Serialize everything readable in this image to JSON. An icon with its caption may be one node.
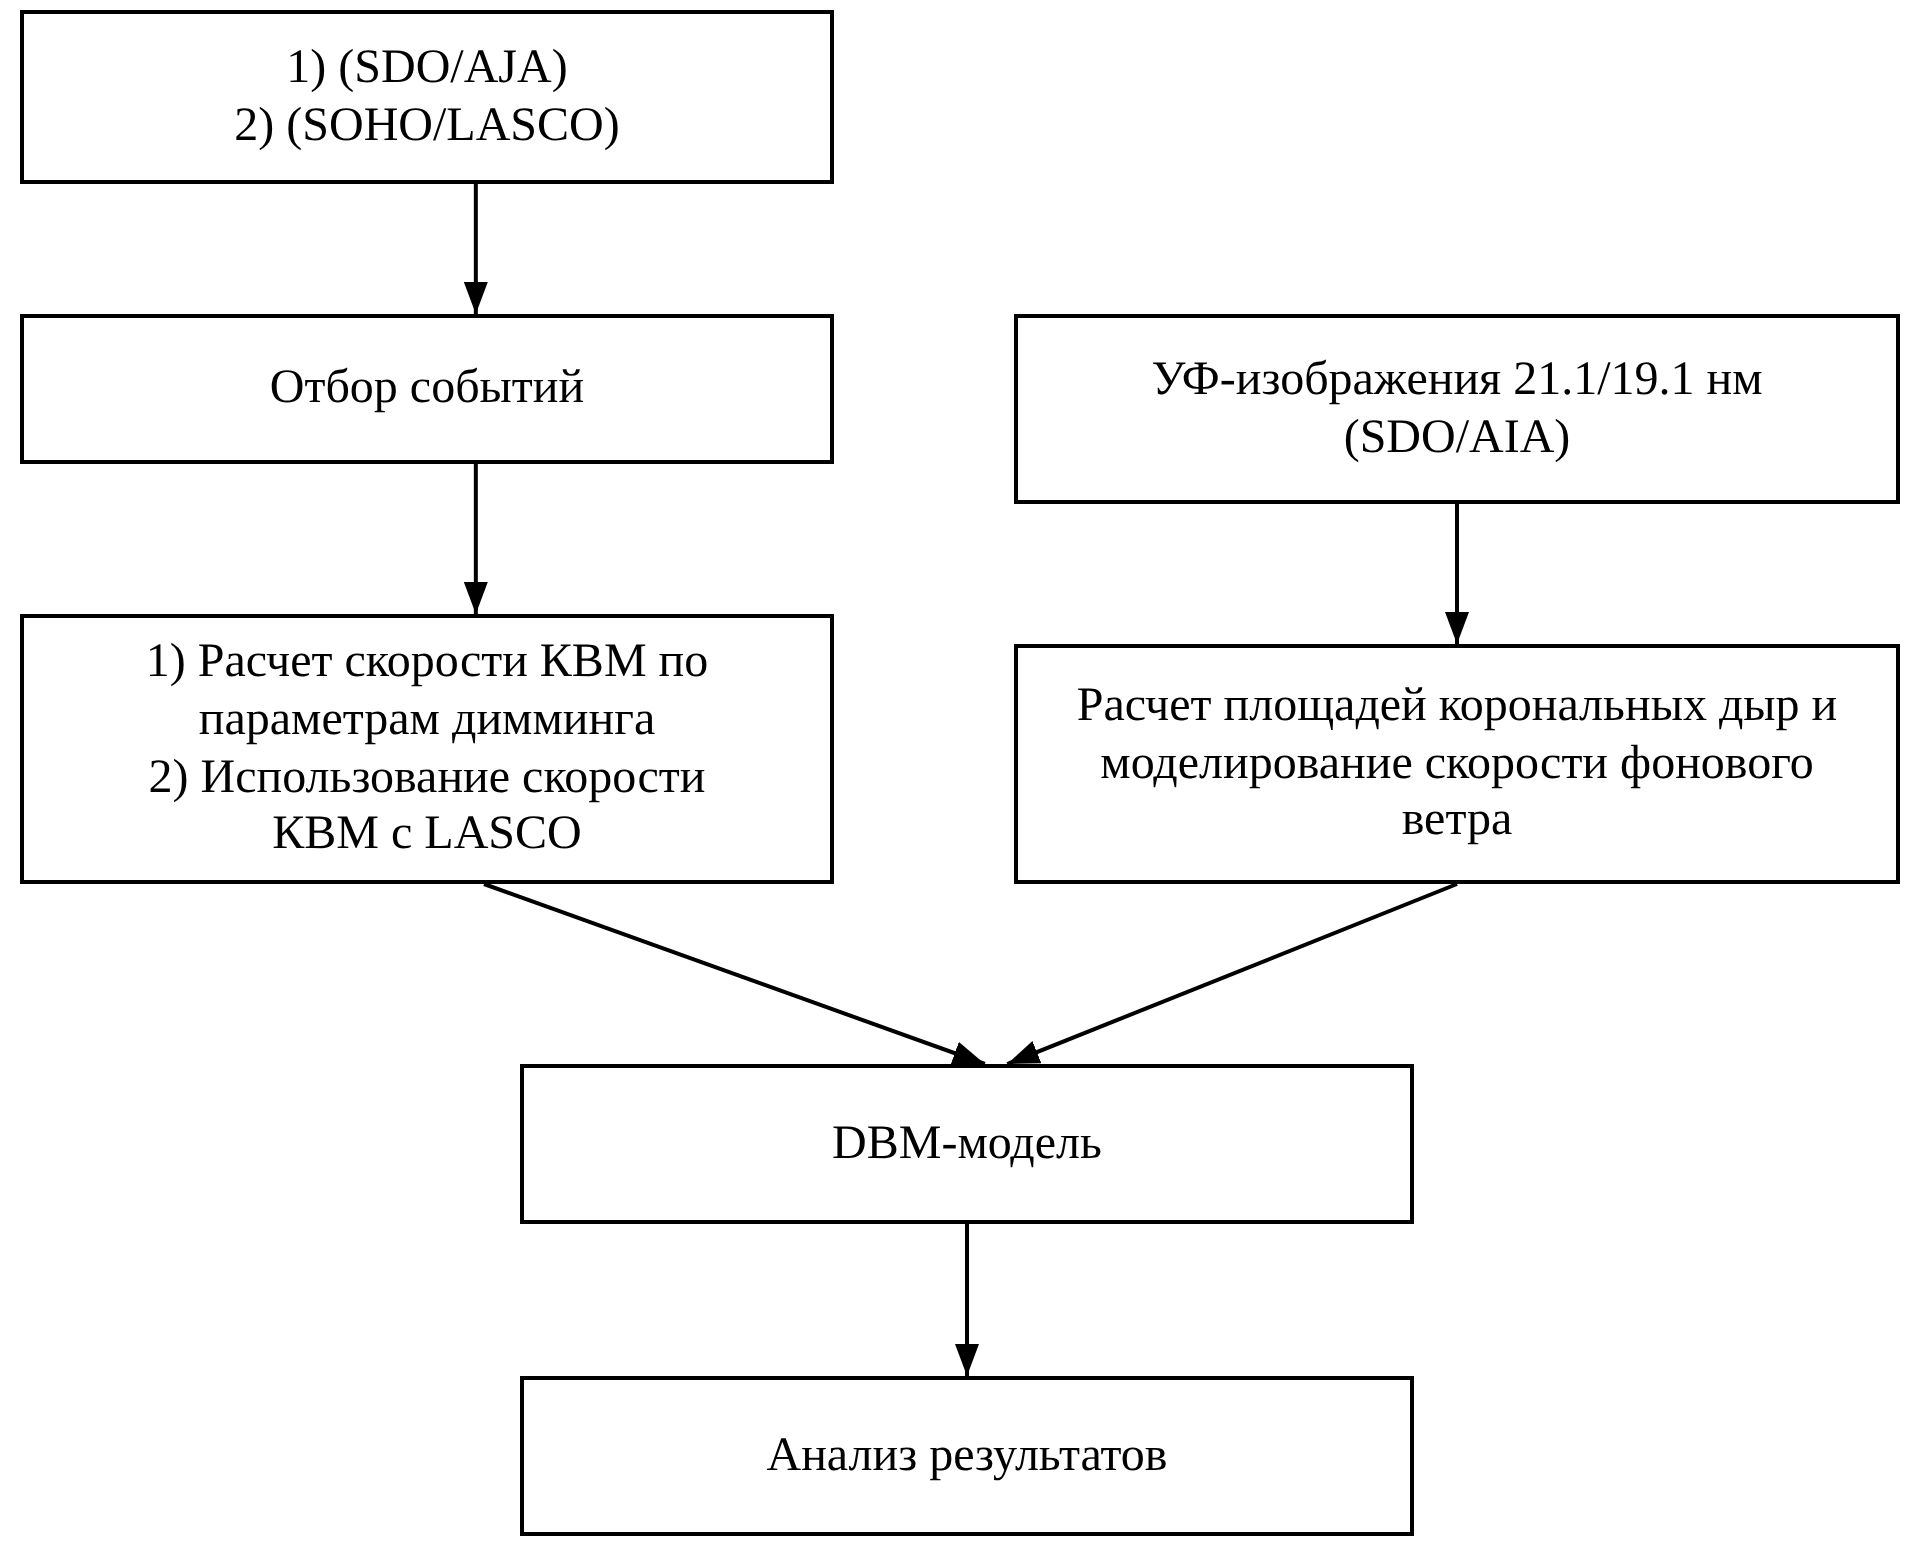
{
  "diagram": {
    "nodes": [
      {
        "text": [
          "1) (SDO/AJA)",
          "2) (SOHO/LASCO)"
        ]
      },
      {
        "text": [
          "Отбор событий"
        ]
      },
      {
        "text": [
          "УФ-изображения 21.1/19.1 нм (SDO/AIA)"
        ]
      },
      {
        "text": [
          "1) Расчет скорости КВМ по параметрам димминга",
          "2) Использование скорости КВМ с LASCO"
        ]
      },
      {
        "text": [
          "Расчет площадей корональных дыр и моделирование скорости фонового ветра"
        ]
      },
      {
        "text": [
          "DBM-модель"
        ]
      },
      {
        "text": [
          "Анализ результатов"
        ]
      }
    ],
    "edges": [
      {
        "from": 0,
        "to": 1,
        "arrow": "to"
      },
      {
        "from": 1,
        "to": 3,
        "arrow": "to"
      },
      {
        "from": 2,
        "to": 4,
        "arrow": "to"
      },
      {
        "from": 3,
        "to": 5,
        "arrow": "to"
      },
      {
        "from": 4,
        "to": 5,
        "arrow": "to"
      },
      {
        "from": 5,
        "to": 6,
        "arrow": "to"
      }
    ]
  }
}
